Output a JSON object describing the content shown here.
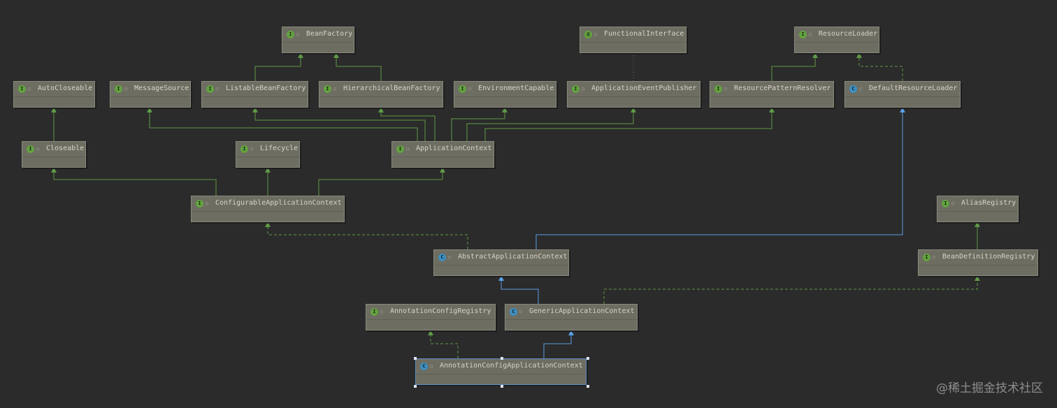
{
  "diagram": {
    "nodes": [
      {
        "id": "BeanFactory",
        "label": "BeanFactory",
        "kind": "interface"
      },
      {
        "id": "FunctionalInterface",
        "label": "FunctionalInterface",
        "kind": "annotation"
      },
      {
        "id": "ResourceLoader",
        "label": "ResourceLoader",
        "kind": "interface"
      },
      {
        "id": "AutoCloseable",
        "label": "AutoCloseable",
        "kind": "interface"
      },
      {
        "id": "MessageSource",
        "label": "MessageSource",
        "kind": "interface"
      },
      {
        "id": "ListableBeanFactory",
        "label": "ListableBeanFactory",
        "kind": "interface"
      },
      {
        "id": "HierarchicalBeanFactory",
        "label": "HierarchicalBeanFactory",
        "kind": "interface"
      },
      {
        "id": "EnvironmentCapable",
        "label": "EnvironmentCapable",
        "kind": "interface"
      },
      {
        "id": "ApplicationEventPublisher",
        "label": "ApplicationEventPublisher",
        "kind": "interface"
      },
      {
        "id": "ResourcePatternResolver",
        "label": "ResourcePatternResolver",
        "kind": "interface"
      },
      {
        "id": "DefaultResourceLoader",
        "label": "DefaultResourceLoader",
        "kind": "class"
      },
      {
        "id": "Closeable",
        "label": "Closeable",
        "kind": "interface"
      },
      {
        "id": "Lifecycle",
        "label": "Lifecycle",
        "kind": "interface"
      },
      {
        "id": "ApplicationContext",
        "label": "ApplicationContext",
        "kind": "interface"
      },
      {
        "id": "ConfigurableApplicationContext",
        "label": "ConfigurableApplicationContext",
        "kind": "interface"
      },
      {
        "id": "AliasRegistry",
        "label": "AliasRegistry",
        "kind": "interface"
      },
      {
        "id": "AbstractApplicationContext",
        "label": "AbstractApplicationContext",
        "kind": "class"
      },
      {
        "id": "BeanDefinitionRegistry",
        "label": "BeanDefinitionRegistry",
        "kind": "interface"
      },
      {
        "id": "AnnotationConfigRegistry",
        "label": "AnnotationConfigRegistry",
        "kind": "interface"
      },
      {
        "id": "GenericApplicationContext",
        "label": "GenericApplicationContext",
        "kind": "class"
      },
      {
        "id": "AnnotationConfigApplicationContext",
        "label": "AnnotationConfigApplicationContext",
        "kind": "class",
        "selected": true
      }
    ],
    "edges": [
      {
        "from": "ListableBeanFactory",
        "to": "BeanFactory",
        "type": "extends"
      },
      {
        "from": "HierarchicalBeanFactory",
        "to": "BeanFactory",
        "type": "extends"
      },
      {
        "from": "ApplicationEventPublisher",
        "to": "FunctionalInterface",
        "type": "annotated"
      },
      {
        "from": "ResourcePatternResolver",
        "to": "ResourceLoader",
        "type": "extends"
      },
      {
        "from": "DefaultResourceLoader",
        "to": "ResourceLoader",
        "type": "implements"
      },
      {
        "from": "Closeable",
        "to": "AutoCloseable",
        "type": "extends"
      },
      {
        "from": "ApplicationContext",
        "to": "MessageSource",
        "type": "extends"
      },
      {
        "from": "ApplicationContext",
        "to": "ListableBeanFactory",
        "type": "extends"
      },
      {
        "from": "ApplicationContext",
        "to": "HierarchicalBeanFactory",
        "type": "extends"
      },
      {
        "from": "ApplicationContext",
        "to": "EnvironmentCapable",
        "type": "extends"
      },
      {
        "from": "ApplicationContext",
        "to": "ApplicationEventPublisher",
        "type": "extends"
      },
      {
        "from": "ApplicationContext",
        "to": "ResourcePatternResolver",
        "type": "extends"
      },
      {
        "from": "ConfigurableApplicationContext",
        "to": "Closeable",
        "type": "extends"
      },
      {
        "from": "ConfigurableApplicationContext",
        "to": "Lifecycle",
        "type": "extends"
      },
      {
        "from": "ConfigurableApplicationContext",
        "to": "ApplicationContext",
        "type": "extends"
      },
      {
        "from": "AbstractApplicationContext",
        "to": "ConfigurableApplicationContext",
        "type": "implements"
      },
      {
        "from": "AbstractApplicationContext",
        "to": "DefaultResourceLoader",
        "type": "class-extends"
      },
      {
        "from": "BeanDefinitionRegistry",
        "to": "AliasRegistry",
        "type": "extends"
      },
      {
        "from": "GenericApplicationContext",
        "to": "AbstractApplicationContext",
        "type": "class-extends"
      },
      {
        "from": "GenericApplicationContext",
        "to": "BeanDefinitionRegistry",
        "type": "implements"
      },
      {
        "from": "AnnotationConfigApplicationContext",
        "to": "AnnotationConfigRegistry",
        "type": "implements"
      },
      {
        "from": "AnnotationConfigApplicationContext",
        "to": "GenericApplicationContext",
        "type": "class-extends"
      }
    ]
  },
  "colors": {
    "background": "#2b2b2b",
    "node_fill": "#6e6d62",
    "extends": "#5f9a46",
    "class_extends": "#5a9ee6",
    "selection": "#5e8cc4"
  },
  "watermark": "@稀土掘金技术社区"
}
